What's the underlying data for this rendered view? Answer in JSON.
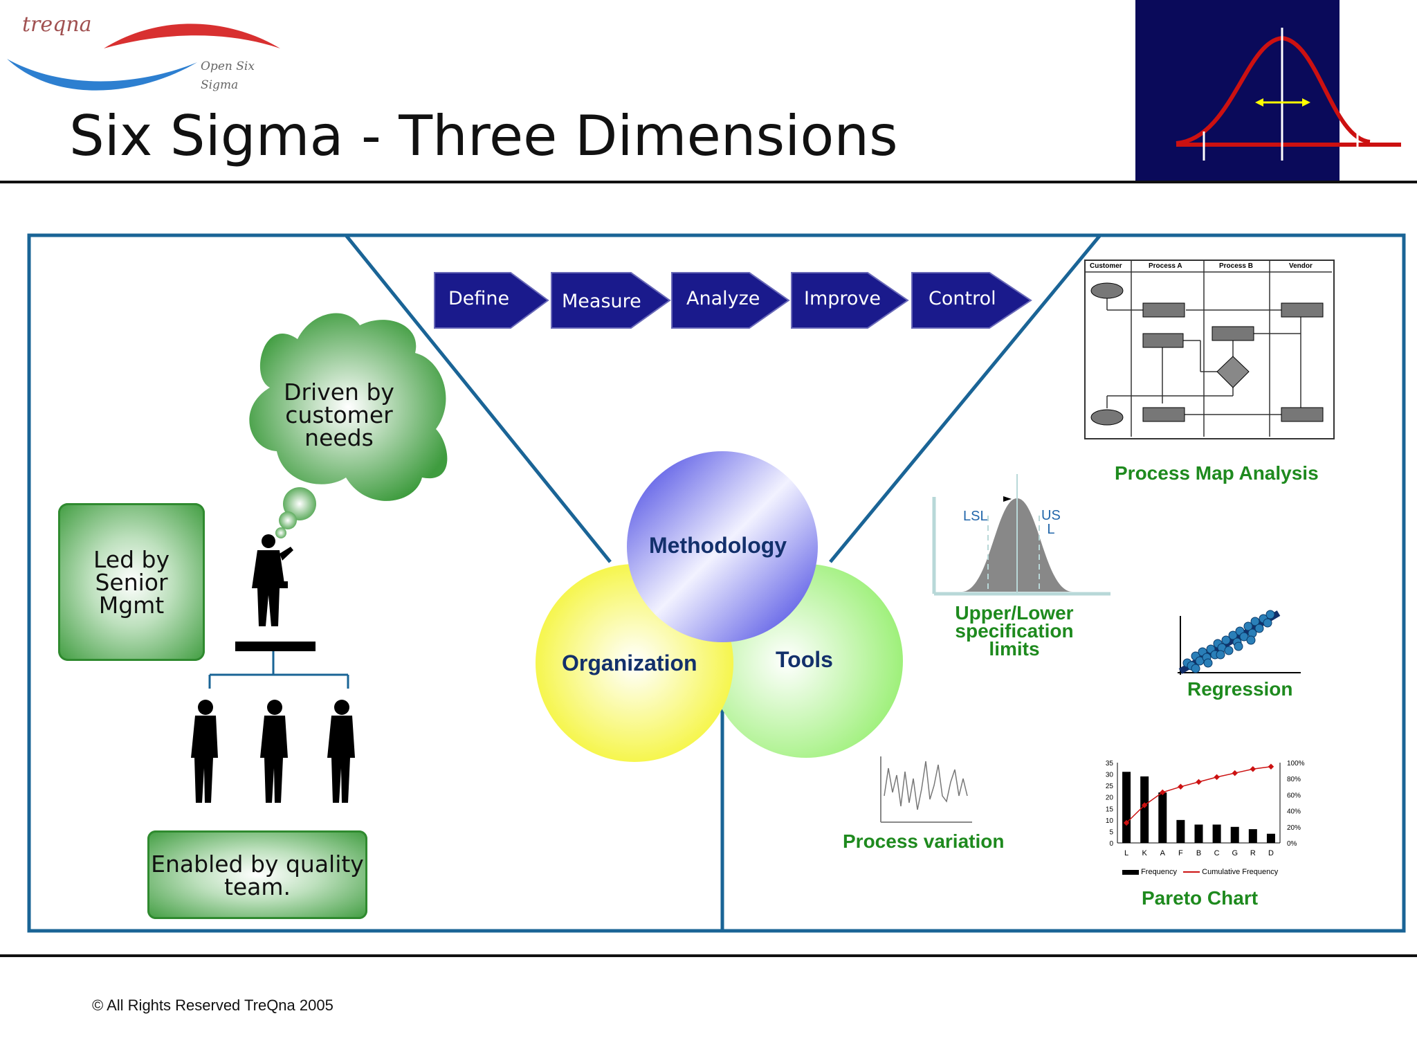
{
  "logo": {
    "brand": "treqna",
    "tagline_line1": "Open Six",
    "tagline_line2": "Sigma"
  },
  "title": "Six Sigma - Three Dimensions",
  "dmaic": [
    "Define",
    "Measure",
    "Analyze",
    "Improve",
    "Control"
  ],
  "venn": {
    "top": "Methodology",
    "left": "Organization",
    "right": "Tools"
  },
  "org": {
    "cloud_lines": [
      "Driven by",
      "customer",
      "needs"
    ],
    "led_lines": [
      "Led by",
      "Senior",
      "Mgmt"
    ],
    "enabled_lines": [
      "Enabled by quality",
      "team."
    ]
  },
  "tools": {
    "process_map": {
      "label": "Process Map Analysis",
      "headers": [
        "Customer",
        "Process A",
        "Process B",
        "Vendor"
      ]
    },
    "spec_limits": {
      "label_lines": [
        "Upper/Lower",
        "specification",
        "limits"
      ],
      "lsl": "LSL",
      "usl_line1": "US",
      "usl_line2": "L"
    },
    "regression": {
      "label": "Regression"
    },
    "process_variation": {
      "label": "Process variation"
    },
    "pareto": {
      "label": "Pareto Chart",
      "legend_frequency": "Frequency",
      "legend_cumulative": "Cumulative Frequency"
    }
  },
  "chart_data": {
    "type": "bar",
    "categories": [
      "L",
      "K",
      "A",
      "F",
      "B",
      "C",
      "G",
      "R",
      "D"
    ],
    "series": [
      {
        "name": "Frequency",
        "values": [
          31,
          29,
          22,
          10,
          8,
          8,
          7,
          6,
          4
        ]
      },
      {
        "name": "Cumulative Frequency",
        "values": [
          25,
          47,
          63,
          70,
          76,
          82,
          87,
          92,
          95
        ]
      }
    ],
    "ylim": [
      0,
      35
    ],
    "y_ticks": [
      "35",
      "30",
      "25",
      "20",
      "15",
      "10",
      "5",
      "0"
    ],
    "y2lim": [
      0,
      100
    ],
    "y2_ticks": [
      "100%",
      "80%",
      "60%",
      "40%",
      "20%",
      "0%"
    ],
    "legend": "bottom"
  },
  "footer": "© All Rights Reserved TreQna 2005",
  "colors": {
    "frame": "#1a6496",
    "arrow": "#1a1a8c",
    "green": "#1e8a1e",
    "navy": "#13306b",
    "dark_panel": "#0a0a5a"
  }
}
